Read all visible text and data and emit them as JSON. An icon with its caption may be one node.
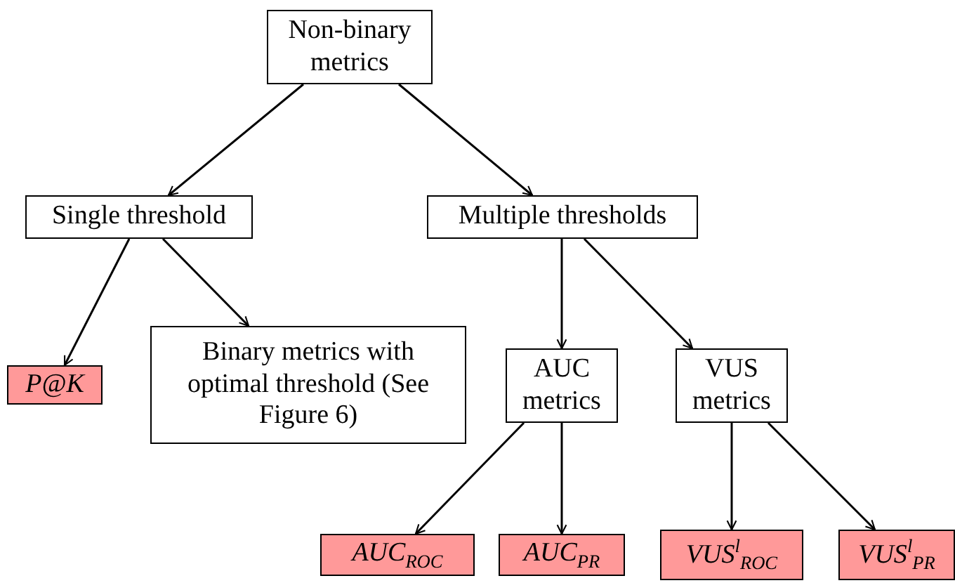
{
  "diagram": {
    "nodes": [
      {
        "text": [
          "Non-binary metrics"
        ]
      },
      {
        "text": [
          "Single threshold"
        ]
      },
      {
        "text": [
          "Multiple thresholds"
        ]
      },
      {
        "text": [
          "P@K"
        ]
      },
      {
        "text": [
          "Binary metrics with optimal threshold (See Figure 6)"
        ]
      },
      {
        "text": [
          "AUC metrics"
        ]
      },
      {
        "text": [
          "VUS metrics"
        ]
      },
      {
        "text": [
          "AUC$_{ROC}$"
        ]
      },
      {
        "text": [
          "AUC$_{PR}$"
        ]
      },
      {
        "text": [
          "VUS$^{l}$$_{ROC}$"
        ]
      },
      {
        "text": [
          "VUS$^{l}$$_{PR}$"
        ]
      }
    ],
    "edges": [
      {
        "from": 0,
        "to": 1,
        "arrow": "to"
      },
      {
        "from": 0,
        "to": 2,
        "arrow": "to"
      },
      {
        "from": 1,
        "to": 3,
        "arrow": "to"
      },
      {
        "from": 1,
        "to": 4,
        "arrow": "to"
      },
      {
        "from": 2,
        "to": 5,
        "arrow": "to"
      },
      {
        "from": 2,
        "to": 6,
        "arrow": "to"
      },
      {
        "from": 5,
        "to": 7,
        "arrow": "to"
      },
      {
        "from": 5,
        "to": 8,
        "arrow": "to"
      },
      {
        "from": 6,
        "to": 9,
        "arrow": "to"
      },
      {
        "from": 6,
        "to": 10,
        "arrow": "to"
      }
    ]
  }
}
